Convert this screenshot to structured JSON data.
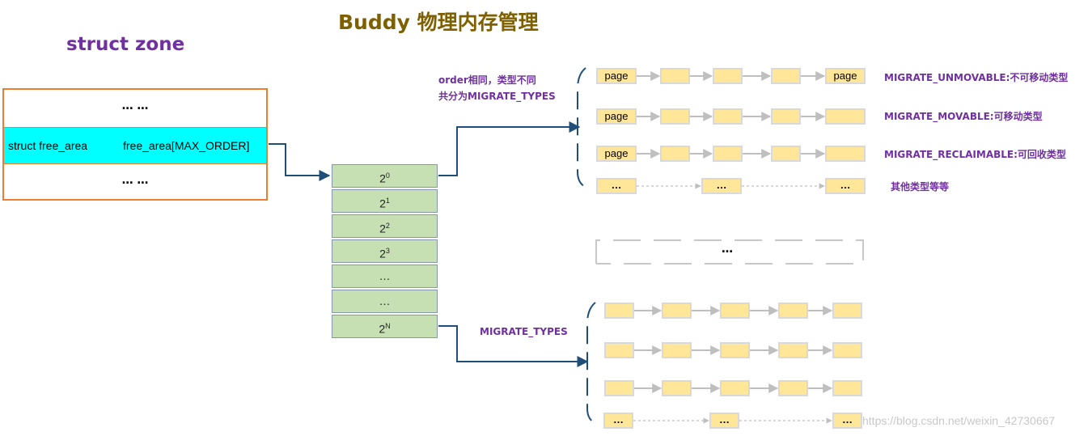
{
  "title": "Buddy 物理内存管理",
  "zone": {
    "title": "struct zone",
    "top_dots": "… …",
    "free_area_type": "struct free_area",
    "free_area_field": "free_area[MAX_ORDER]",
    "bottom_dots": "… …"
  },
  "orders": [
    {
      "base": "2",
      "exp": "0"
    },
    {
      "base": "2",
      "exp": "1"
    },
    {
      "base": "2",
      "exp": "2"
    },
    {
      "base": "2",
      "exp": "3"
    },
    {
      "base": "…",
      "exp": ""
    },
    {
      "base": "…",
      "exp": ""
    },
    {
      "base": "2",
      "exp": "N"
    }
  ],
  "annotations": {
    "top_line1": "order相同，类型不同",
    "top_line2": "共分为MIGRATE_TYPES",
    "bottom": "MIGRATE_TYPES",
    "middle_dots": "…"
  },
  "top_lists": {
    "page_label": "page",
    "dots": "…",
    "types": [
      "MIGRATE_UNMOVABLE:不可移动类型",
      "MIGRATE_MOVABLE:可移动类型",
      "MIGRATE_RECLAIMABLE:可回收类型",
      "其他类型等等"
    ]
  },
  "bottom_lists": {
    "dots": "…"
  },
  "watermark": "https://blog.csdn.net/weixin_42730667",
  "colors": {
    "title": "#7f6000",
    "label": "#7030a0",
    "zone_border": "#ed7d31",
    "free_area_bg": "#00ffff",
    "order_cell": "#c6e0b4",
    "page": "#ffe699",
    "arrow": "#1f4e79",
    "list_arrow": "#bfbfbf"
  }
}
